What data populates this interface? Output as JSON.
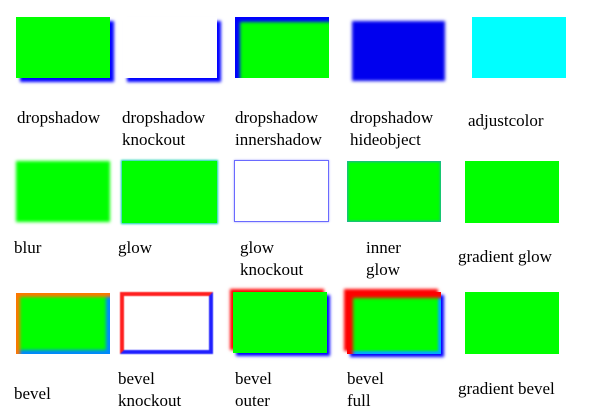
{
  "filters": [
    {
      "id": "dropshadow",
      "lines": [
        "dropshadow"
      ]
    },
    {
      "id": "dropshadow-knockout",
      "lines": [
        "dropshadow",
        "knockout"
      ]
    },
    {
      "id": "dropshadow-innershadow",
      "lines": [
        "dropshadow",
        "innershadow"
      ]
    },
    {
      "id": "dropshadow-hideobject",
      "lines": [
        "dropshadow",
        "hideobject"
      ]
    },
    {
      "id": "adjustcolor",
      "lines": [
        "adjustcolor"
      ]
    },
    {
      "id": "blur",
      "lines": [
        "blur"
      ]
    },
    {
      "id": "glow",
      "lines": [
        "glow"
      ]
    },
    {
      "id": "glow-knockout",
      "lines": [
        "glow",
        "knockout"
      ]
    },
    {
      "id": "inner-glow",
      "lines": [
        "inner",
        "glow"
      ]
    },
    {
      "id": "gradient-glow",
      "lines": [
        "gradient glow"
      ]
    },
    {
      "id": "bevel",
      "lines": [
        "bevel"
      ]
    },
    {
      "id": "bevel-knockout",
      "lines": [
        "bevel",
        "knockout"
      ]
    },
    {
      "id": "bevel-outer",
      "lines": [
        "bevel",
        "outer"
      ]
    },
    {
      "id": "bevel-full",
      "lines": [
        "bevel",
        "full"
      ]
    },
    {
      "id": "gradient-bevel",
      "lines": [
        "gradient bevel"
      ]
    }
  ],
  "colors": {
    "fill": "#00ff00",
    "shadow": "#0000ff",
    "highlight": "#ff0000",
    "adjusted": "#00ffff"
  }
}
